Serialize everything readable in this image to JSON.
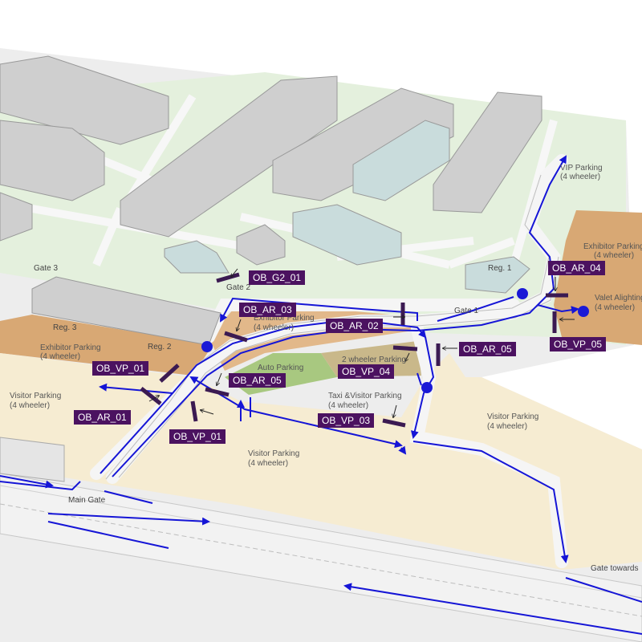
{
  "colors": {
    "route": "#1515d6",
    "marker": "#3b1a52",
    "tag_bg": "#4b1260",
    "visitor_parking": "#f6ecd2",
    "exhibitor_parking": "#e2b88a",
    "green_zone": "#e4f0dd",
    "auto_parking": "#a8c880",
    "two_wheeler_parking": "#c9b88a",
    "building_top": "#cfcfcf",
    "glass_building": "#c9dcdc"
  },
  "areas": {
    "vip_parking": "VIP Parking",
    "vip_parking_sub": "(4 wheeler)",
    "exhibitor_parking_east": "Exhibitor Parking",
    "exhibitor_parking_east_sub": "(4 wheeler)",
    "valet_alighting": "Valet Alighting",
    "valet_alighting_sub": "(4 wheeler)",
    "exhibitor_parking_center": "Exhibitor Parking",
    "exhibitor_parking_center_sub": "(4 wheeler)",
    "exhibitor_parking_west": "Exhibitor Parking",
    "exhibitor_parking_west_sub": "(4 wheeler)",
    "auto_parking": "Auto Parking",
    "two_wheeler_parking": "2 wheeler Parking",
    "taxi_visitor_parking": "Taxi &Visitor Parking",
    "taxi_visitor_parking_sub": "(4 wheeler)",
    "visitor_parking_west": "Visitor  Parking",
    "visitor_parking_west_sub": "(4 wheeler)",
    "visitor_parking_center": "Visitor  Parking",
    "visitor_parking_center_sub": "(4 wheeler)",
    "visitor_parking_east": "Visitor  Parking",
    "visitor_parking_east_sub": "(4 wheeler)"
  },
  "gates": {
    "gate_3": "Gate 3",
    "gate_2": "Gate 2",
    "gate_1": "Gate 1",
    "reg_1": "Reg. 1",
    "reg_2": "Reg. 2",
    "reg_3": "Reg. 3",
    "main_gate": "Main Gate",
    "gate_towards": "Gate towards"
  },
  "markers": {
    "ob_g2_01": "OB_G2_01",
    "ob_ar_03": "OB_AR_03",
    "ob_ar_02": "OB_AR_02",
    "ob_ar_04": "OB_AR_04",
    "ob_ar_05_east": "OB_AR_05",
    "ob_ar_05_center": "OB_AR_05",
    "ob_vp_01_west": "OB_VP_01",
    "ob_vp_01_center": "OB_VP_01",
    "ob_vp_04": "OB_VP_04",
    "ob_vp_05": "OB_VP_05",
    "ob_vp_03": "OB_VP_03",
    "ob_ar_01": "OB_AR_01"
  }
}
